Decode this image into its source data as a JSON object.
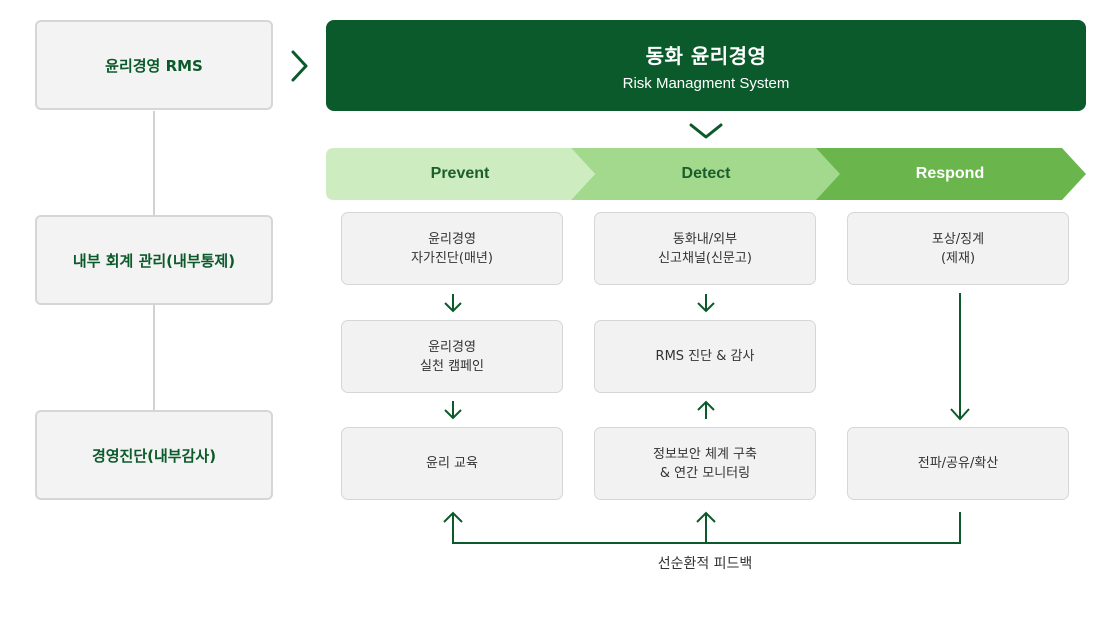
{
  "left_column": {
    "items": [
      {
        "label": "윤리경영 RMS"
      },
      {
        "label": "내부 회계 관리(내부통제)"
      },
      {
        "label": "경영진단(내부감사)"
      }
    ]
  },
  "banner": {
    "title": "동화 윤리경영",
    "subtitle": "Risk Managment System"
  },
  "phases": [
    {
      "label": "Prevent",
      "color": "#cdecc0",
      "text_color": "#1b5e2c"
    },
    {
      "label": "Detect",
      "color": "#a3d98d",
      "text_color": "#1b5e2c"
    },
    {
      "label": "Respond",
      "color": "#6ab64c",
      "text_color": "#ffffff"
    }
  ],
  "columns": {
    "prevent": [
      {
        "label": "윤리경영\n자가진단(매년)"
      },
      {
        "label": "윤리경영\n실천 캠페인"
      },
      {
        "label": "윤리 교육"
      }
    ],
    "detect": [
      {
        "label": "동화내/외부\n신고채널(신문고)"
      },
      {
        "label": "RMS 진단 & 감사"
      },
      {
        "label": "정보보안 체계 구축\n& 연간 모니터링"
      }
    ],
    "respond": [
      {
        "label": "포상/징계\n(제재)"
      },
      {
        "label": "전파/공유/확산"
      }
    ]
  },
  "feedback": {
    "label": "선순환적 피드백"
  },
  "colors": {
    "dark_green": "#0b5a2b",
    "box_fill": "#f2f2f2",
    "box_border": "#d6d6d6"
  }
}
